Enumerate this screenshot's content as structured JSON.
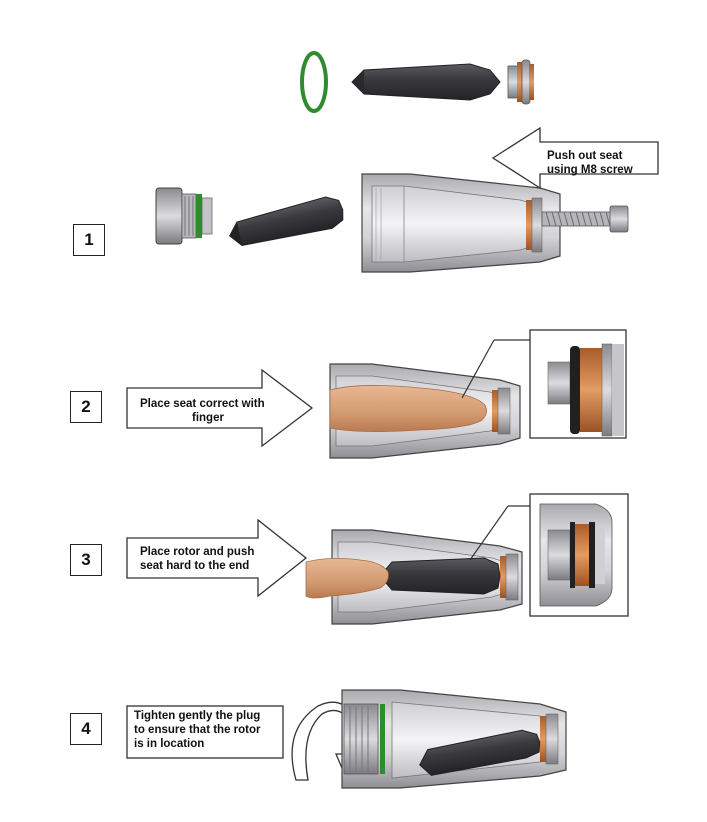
{
  "steps": [
    {
      "number": "1",
      "label_line1": "Push out seat",
      "label_line2": "using M8 screw"
    },
    {
      "number": "2",
      "label_line1": "Place seat correct with",
      "label_line2": "finger"
    },
    {
      "number": "3",
      "label_line1": "Place rotor and push",
      "label_line2": "seat hard to the end"
    },
    {
      "number": "4",
      "label_line1": "Tighten gently the plug",
      "label_line2": "to ensure that the rotor",
      "label_line3": "is in location"
    }
  ],
  "colors": {
    "housing": "#c9c9cc",
    "housing_dark": "#8f8f95",
    "rotor": "#3f3f44",
    "oring": "#2e8b2e",
    "copper": "#c8763e",
    "finger": "#d9a27a",
    "outline": "#333333"
  }
}
